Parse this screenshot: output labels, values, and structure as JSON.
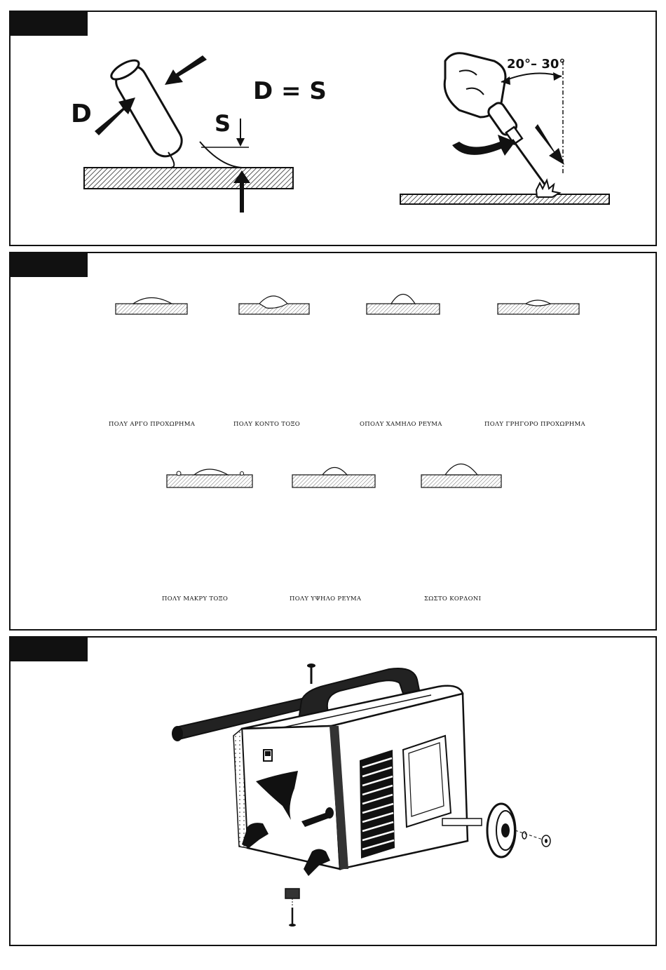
{
  "figure1": {
    "label_d": "D",
    "label_s": "S",
    "formula": "D = S",
    "angle": "20°– 30°"
  },
  "figure2": {
    "captions": [
      "ΠΟΛΥ ΑΡΓΟ ΠΡΟΧΩΡΗΜΑ",
      "ΠΟΛΥ ΚΟΝΤΟ ΤΟΞΟ",
      "ΟΠΟΛΥ ΧΑΜΗΛΟ ΡΕΥΜΑ",
      "ΠΟΛΥ ΓΡΗΓΟΡΟ ΠΡΟΧΩΡΗΜΑ",
      "ΠΟΛΥ ΜΑΚΡΥ ΤΟΞΟ",
      "ΠΟΛΥ ΥΨΗΛΟ ΡΕΥΜΑ",
      "ΣΩΣΤΟ ΚΟΡΔΟΝΙ"
    ]
  }
}
